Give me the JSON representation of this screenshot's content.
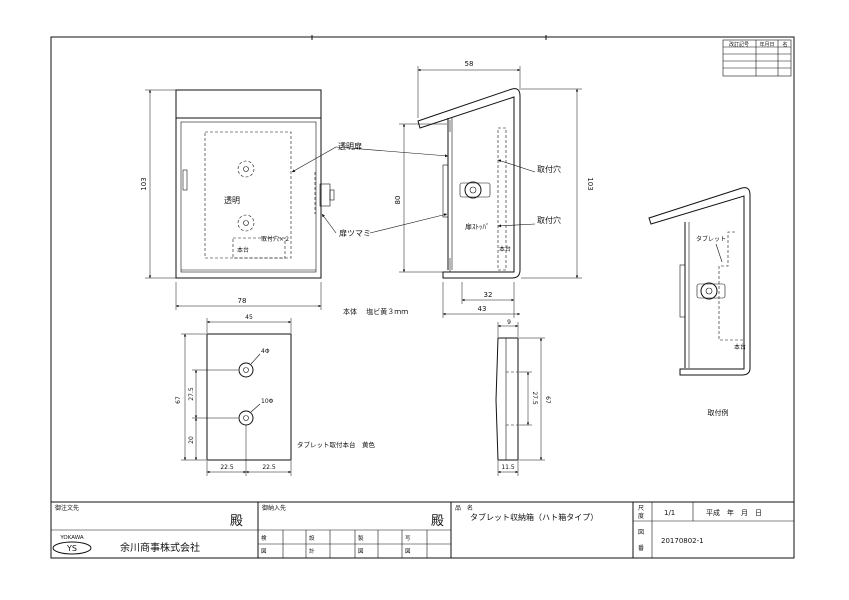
{
  "front_view": {
    "transparent": "透明",
    "mount_holes": "取付穴×２",
    "base": "本台",
    "dim_height": "103",
    "dim_width": "78"
  },
  "side_view": {
    "dim_top": "58",
    "dim_height": "103",
    "dim_inner": "80",
    "dim_32": "32",
    "dim_43": "43",
    "door_stopper": "扉ｽﾄｯﾊﾟ",
    "base": "本台"
  },
  "callouts": {
    "transparent_door": "透明扉",
    "door_knob": "扉ツマミ",
    "mount_hole_1": "取付穴",
    "mount_hole_2": "取付穴"
  },
  "material_note": "本体　 塩ビ黄３ｍｍ",
  "plate_view": {
    "dim_width": "45",
    "dim_height": "67",
    "dim_275": "27.5",
    "dim_20": "20",
    "dim_225_left": "22.5",
    "dim_225_right": "22.5",
    "hole_top": "4Φ",
    "hole_bottom": "10Φ",
    "caption": "タブレット取付本台　黄色"
  },
  "plate_side": {
    "dim_top": "9",
    "dim_275": "27.5",
    "dim_67": "67",
    "dim_bottom": "11.5"
  },
  "example_view": {
    "tablet": "タブレット",
    "base": "本台",
    "caption": "取付例"
  },
  "revision_table": {
    "headers": [
      "改訂記号",
      "年月日",
      "名"
    ]
  },
  "title_block": {
    "orderer_label": "御注文先",
    "orderer_suffix": "殿",
    "delivery_label": "御納入先",
    "delivery_suffix": "殿",
    "name_label": "品　名",
    "product_name": "タブレット収納箱（ハト箱タイプ）",
    "scale_label_1": "尺",
    "scale_label_2": "度",
    "scale_value": "1/1",
    "date_label": "平成　年　月　日",
    "drawing_label_1": "図",
    "drawing_label_2": "番",
    "drawing_number": "20170802-1",
    "logo_text": "YOKAWA",
    "logo_mark": "YS",
    "company": "余川商事株式会社",
    "stamp_1": "検",
    "stamp_2": "図",
    "stamp_3": "設",
    "stamp_4": "計",
    "stamp_5": "製",
    "stamp_6": "図",
    "stamp_7": "写",
    "stamp_8": "図"
  }
}
